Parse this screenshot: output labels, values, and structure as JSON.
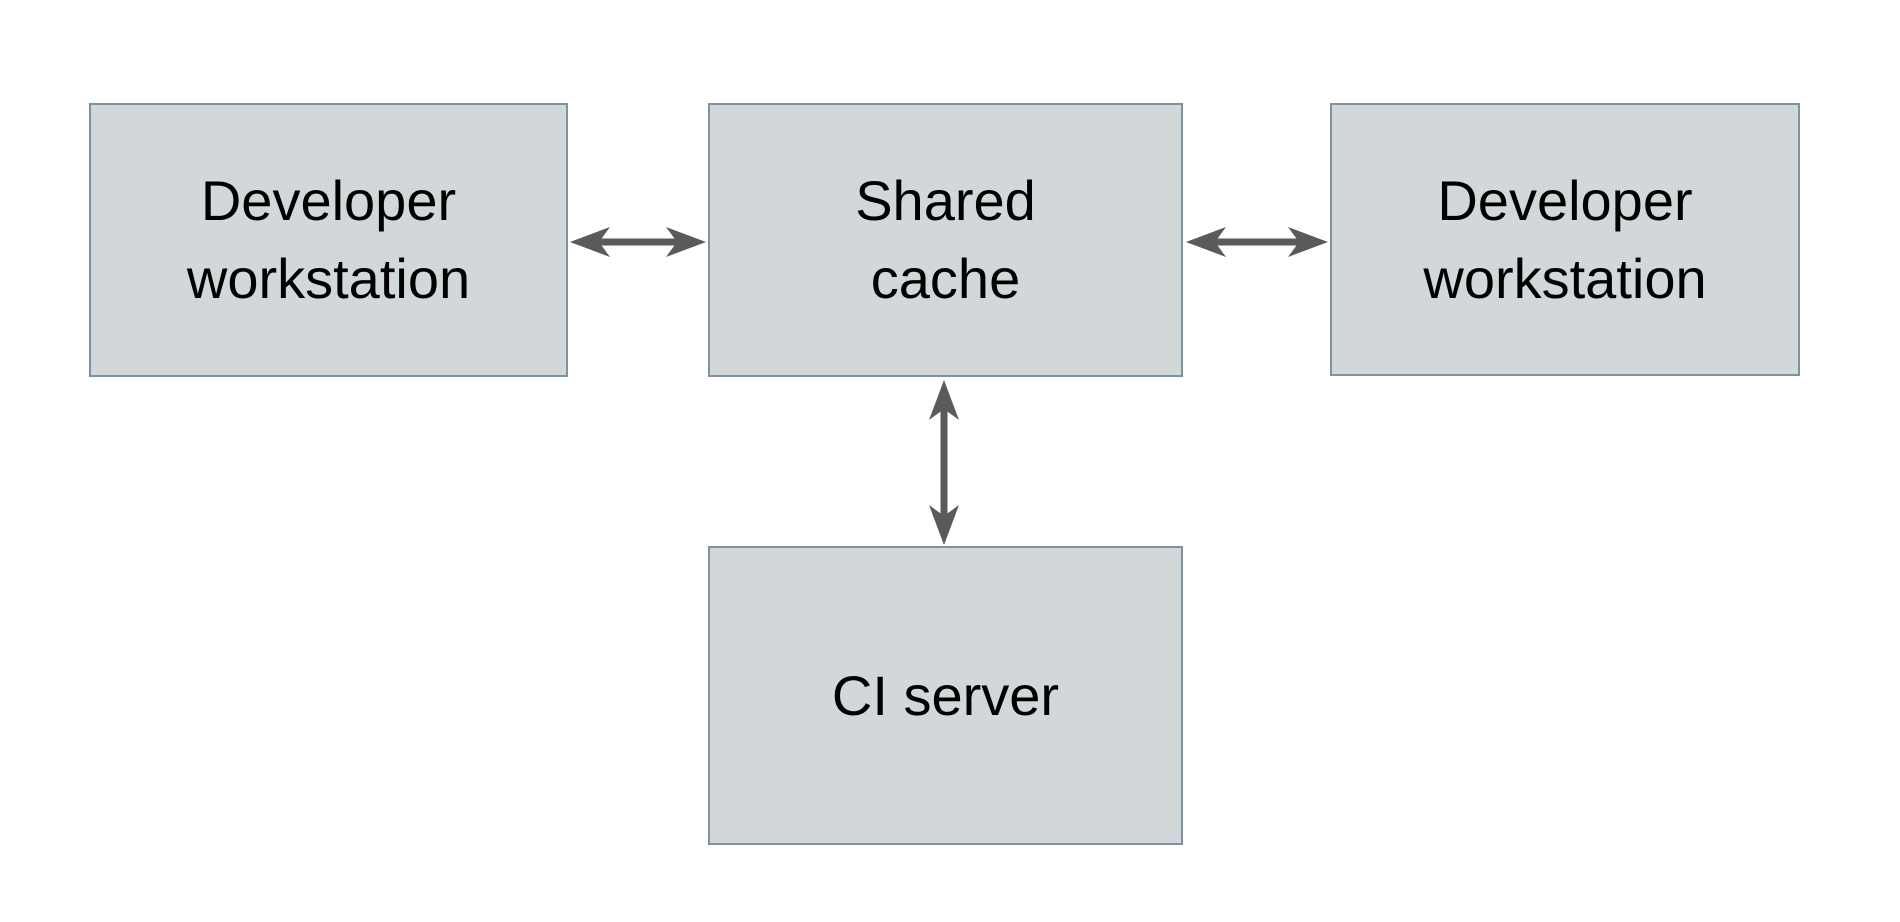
{
  "diagram": {
    "colors": {
      "background": "#ffffff",
      "box_fill": "#d2d8da",
      "box_border": "#7e939f",
      "arrow": "#595a5c",
      "text": "#000000"
    },
    "nodes": [
      {
        "id": "developer-workstation-left",
        "label": "Developer workstation",
        "line1": "Developer",
        "line2": "workstation"
      },
      {
        "id": "shared-cache",
        "label": "Shared cache",
        "line1": "Shared",
        "line2": "cache"
      },
      {
        "id": "developer-workstation-right",
        "label": "Developer workstation",
        "line1": "Developer",
        "line2": "workstation"
      },
      {
        "id": "ci-server",
        "label": "CI server",
        "line1": "CI server",
        "line2": ""
      }
    ],
    "edges": [
      {
        "from": "developer-workstation-left",
        "to": "shared-cache",
        "direction": "bidirectional",
        "orientation": "horizontal"
      },
      {
        "from": "shared-cache",
        "to": "developer-workstation-right",
        "direction": "bidirectional",
        "orientation": "horizontal"
      },
      {
        "from": "shared-cache",
        "to": "ci-server",
        "direction": "bidirectional",
        "orientation": "vertical"
      }
    ]
  }
}
